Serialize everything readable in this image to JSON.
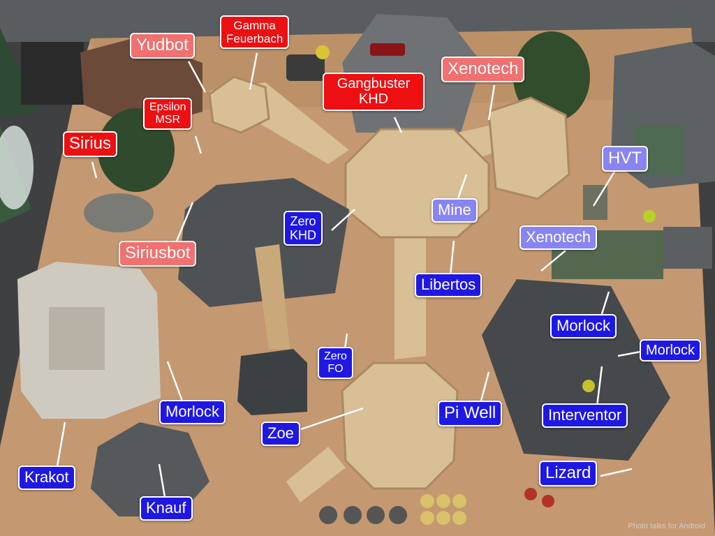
{
  "colors": {
    "red_label": "#ee0f12",
    "pink_label": "#f27070",
    "blue_label": "#1f18e4",
    "lavender_label": "#8884f2",
    "mat": "#c49870",
    "wood": "#d8bf95",
    "grey_terrain": "#5c6163"
  },
  "labels": {
    "yudbot": "Yudbot",
    "gamma_feuerbach": "Gamma\nFeuerbach",
    "epsilon_msr": "Epsilon\nMSR",
    "gangbuster_khd": "Gangbuster\nKHD",
    "xenotech_top": "Xenotech",
    "sirius": "Sirius",
    "hvt": "HVT",
    "mine": "Mine",
    "zero_khd": "Zero\nKHD",
    "siriusbot": "Siriusbot",
    "xenotech_right": "Xenotech",
    "libertos": "Libertos",
    "morlock_right": "Morlock",
    "morlock_far_right": "Morlock",
    "zero_fo": "Zero\nFO",
    "morlock_left": "Morlock",
    "pi_well": "Pi Well",
    "interventor": "Interventor",
    "zoe": "Zoe",
    "krakot": "Krakot",
    "lizard": "Lizard",
    "knauf": "Knauf"
  },
  "watermark": "Photo talks for Android"
}
